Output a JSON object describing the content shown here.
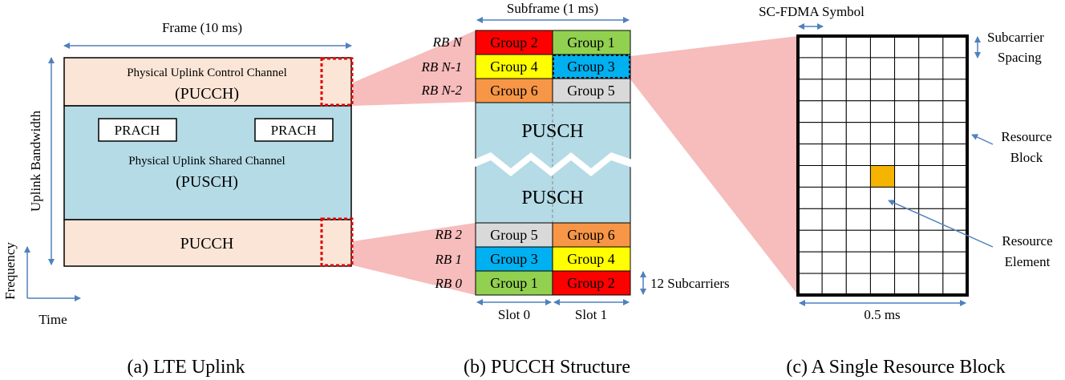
{
  "panel_a": {
    "frame_label": "Frame (10 ms)",
    "y_axis_label": "Uplink Bandwidth",
    "pucch_top_line1": "Physical Uplink Control Channel",
    "pucch_top_line2": "(PUCCH)",
    "prach_left": "PRACH",
    "prach_right": "PRACH",
    "pusch_line1": "Physical Uplink Shared Channel",
    "pusch_line2": "(PUSCH)",
    "pucch_bottom": "PUCCH",
    "axis_frequency": "Frequency",
    "axis_time": "Time",
    "caption": "(a) LTE Uplink"
  },
  "panel_b": {
    "subframe_label": "Subframe (1 ms)",
    "rb_labels_top": [
      "RB N",
      "RB N-1",
      "RB N-2"
    ],
    "rb_labels_bottom": [
      "RB 2",
      "RB 1",
      "RB 0"
    ],
    "top_rows": [
      {
        "left": "Group 2",
        "right": "Group 1",
        "left_color": "#ff0000",
        "right_color": "#92d050"
      },
      {
        "left": "Group 4",
        "right": "Group 3",
        "left_color": "#ffff00",
        "right_color": "#00b0f0"
      },
      {
        "left": "Group 6",
        "right": "Group 5",
        "left_color": "#f79646",
        "right_color": "#d9d9d9"
      }
    ],
    "bottom_rows": [
      {
        "left": "Group 5",
        "right": "Group 6",
        "left_color": "#d9d9d9",
        "right_color": "#f79646"
      },
      {
        "left": "Group 3",
        "right": "Group 4",
        "left_color": "#00b0f0",
        "right_color": "#ffff00"
      },
      {
        "left": "Group 1",
        "right": "Group 2",
        "left_color": "#92d050",
        "right_color": "#ff0000"
      }
    ],
    "pusch_upper": "PUSCH",
    "pusch_lower": "PUSCH",
    "subcarriers_label": "12 Subcarriers",
    "slot0_label": "Slot 0",
    "slot1_label": "Slot 1",
    "caption": "(b) PUCCH Structure"
  },
  "panel_c": {
    "symbol_label": "SC-FDMA Symbol",
    "subcarrier_line1": "Subcarrier",
    "subcarrier_line2": "Spacing",
    "rb_line1": "Resource",
    "rb_line2": "Block",
    "re_line1": "Resource",
    "re_line2": "Element",
    "duration_label": "0.5 ms",
    "grid_cols": 7,
    "grid_rows": 12,
    "highlight_col": 3,
    "highlight_row": 6,
    "highlight_color": "#f4b400",
    "caption": "(c) A Single Resource Block"
  },
  "colors": {
    "pucch_fill": "#fbe5d6",
    "pusch_fill": "#b4dbe6",
    "zoom_fill": "#f4a6a6",
    "arrow": "#4f81bd",
    "dotted_red": "#e00000"
  }
}
